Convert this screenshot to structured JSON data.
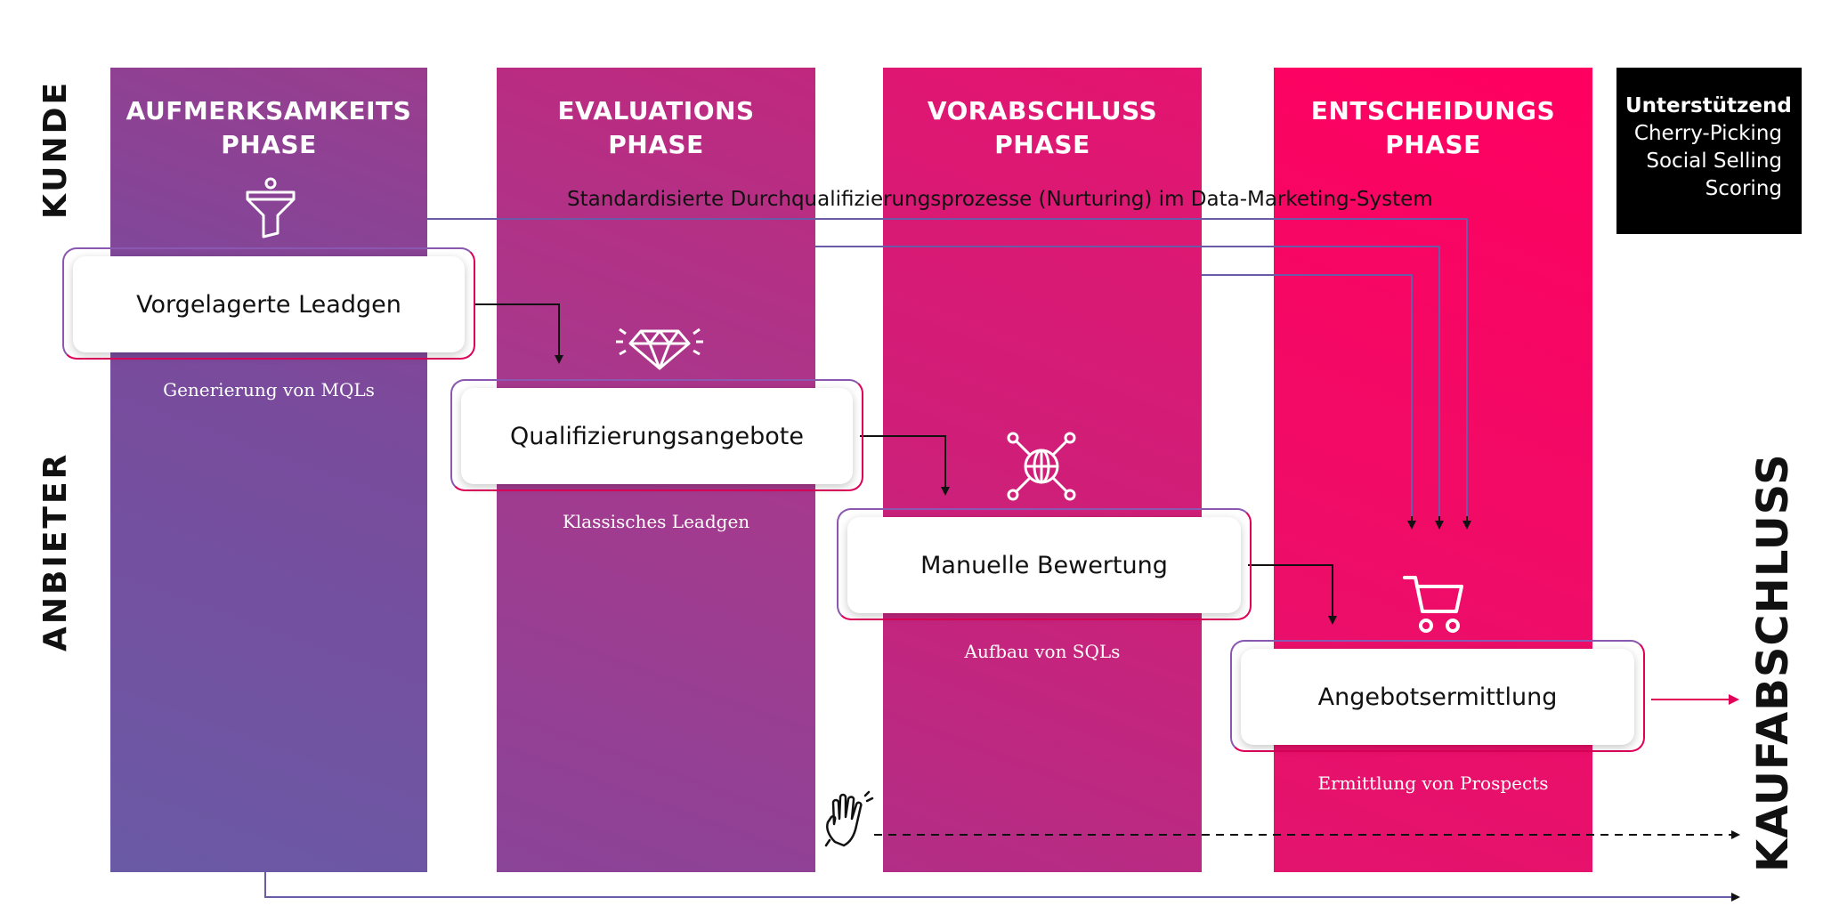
{
  "side_labels": {
    "customer": "KUNDE",
    "provider": "ANBIETER",
    "purchase": "KAUFABSCHLUSS"
  },
  "phases": [
    {
      "line1": "AUFMERKSAMKEITS",
      "line2": "PHASE",
      "icon": "funnel-icon",
      "card": "Vorgelagerte Leadgen",
      "caption": "Generierung von MQLs"
    },
    {
      "line1": "EVALUATIONS",
      "line2": "PHASE",
      "icon": "diamond-icon",
      "card": "Qualifizierungsangebote",
      "caption": "Klassisches Leadgen"
    },
    {
      "line1": "VORABSCHLUSS",
      "line2": "PHASE",
      "icon": "network-globe-icon",
      "card": "Manuelle Bewertung",
      "caption": "Aufbau von SQLs"
    },
    {
      "line1": "ENTSCHEIDUNGS",
      "line2": "PHASE",
      "icon": "shopping-cart-icon",
      "card": "Angebotsermittlung",
      "caption": "Ermittlung von Prospects"
    }
  ],
  "support": {
    "title": "Unterstützend",
    "items": [
      "Cherry-Picking",
      "Social Selling",
      "Scoring"
    ]
  },
  "nurturing_label": "Standardisierte Durchqualifizierungsprozesse (Nurturing) im Data-Marketing-System",
  "icons": {
    "hand": "waving-hand-icon"
  },
  "colors": {
    "phase1": "#7a4a9c",
    "phase2": "#a43a8e",
    "phase3": "#d01e78",
    "phase4": "#f20a66",
    "outline_purple": "#8a58b0",
    "outline_pink": "#e0005a",
    "support_bg": "#000000"
  }
}
